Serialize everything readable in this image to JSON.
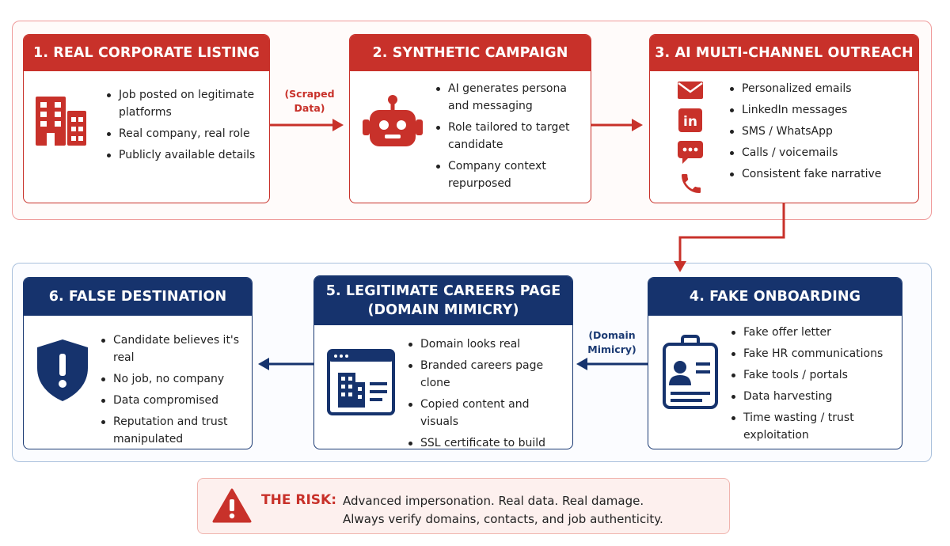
{
  "steps": [
    {
      "title": "1. REAL CORPORATE LISTING",
      "icon": "building-icon",
      "bullets": [
        "Job posted on legitimate platforms",
        "Real company, real role",
        "Publicly available details"
      ]
    },
    {
      "title": "2. SYNTHETIC CAMPAIGN",
      "icon": "robot-icon",
      "bullets": [
        "AI generates persona and messaging",
        "Role tailored to target candidate",
        "Company context repurposed"
      ]
    },
    {
      "title": "3. AI MULTI-CHANNEL OUTREACH",
      "channel_icons": [
        "email-icon",
        "linkedin-icon",
        "chat-bubble-icon",
        "phone-icon"
      ],
      "bullets": [
        "Personalized emails",
        "LinkedIn messages",
        "SMS / WhatsApp",
        "Calls / voicemails",
        "Consistent fake narrative"
      ]
    },
    {
      "title": "4. FAKE ONBOARDING",
      "icon": "id-badge-icon",
      "bullets": [
        "Fake offer letter",
        "Fake HR communications",
        "Fake tools / portals",
        "Data harvesting",
        "Time wasting / trust exploitation"
      ]
    },
    {
      "title_line1": "5. LEGITIMATE CAREERS PAGE",
      "title_line2": "(DOMAIN MIMICRY)",
      "icon": "browser-building-icon",
      "bullets": [
        "Domain looks real",
        "Branded careers page clone",
        "Copied content and visuals",
        "SSL certificate to build trust"
      ]
    },
    {
      "title": "6. FALSE DESTINATION",
      "icon": "shield-warning-icon",
      "bullets": [
        "Candidate believes it's real",
        "No job, no company",
        "Data compromised",
        "Reputation and trust manipulated"
      ]
    }
  ],
  "connectors": {
    "scraped_line1": "(Scraped",
    "scraped_line2": "Data)",
    "mimicry_line1": "(Domain",
    "mimicry_line2": "Mimicry)"
  },
  "risk": {
    "icon": "warning-triangle-icon",
    "label": "THE RISK:",
    "line1": "Advanced impersonation. Real data. Real damage.",
    "line2": "Always verify domains, contacts, and job authenticity."
  },
  "colors": {
    "red": "#c8312a",
    "navy": "#16336d"
  }
}
